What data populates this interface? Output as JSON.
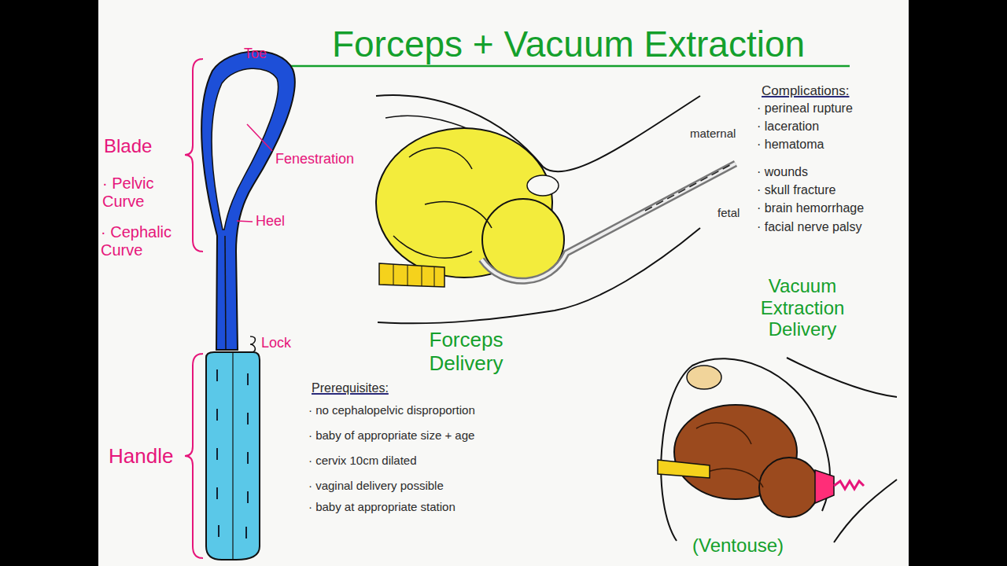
{
  "diagram": {
    "title": "Forceps + Vacuum Extraction",
    "labels": [
      "Toe",
      "Fenestration",
      "Blade",
      "· Pelvic Curve",
      "Heel",
      "· Cephalic Curve",
      "Lock",
      "Handle",
      "Forceps Delivery",
      "Complications:",
      "maternal",
      "· perineal rupture",
      "· laceration",
      "· hematoma",
      "fetal",
      "· wounds",
      "· skull fracture",
      "· brain hemorrhage",
      "· facial nerve palsy",
      "Prerequisites:",
      "· no cephalopelvic disproportion",
      "· baby of appropriate size + age",
      "· cervix 10cm dilated",
      "· vaginal delivery possible",
      "· baby at appropriate station",
      "Vacuum Extraction Delivery",
      "(Ventouse)"
    ]
  }
}
